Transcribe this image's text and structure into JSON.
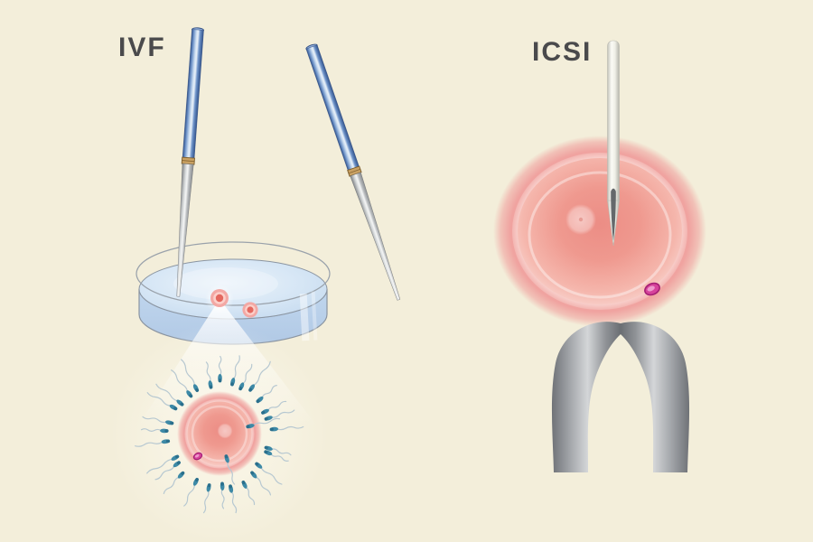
{
  "figure": {
    "type": "medical-illustration",
    "subject": "IVF vs ICSI fertilization comparison"
  },
  "panels": {
    "ivf": {
      "label": "IVF",
      "parts": [
        "micropipette-icon",
        "petri-dish-icon",
        "egg-cell-icon",
        "magnification-cone-icon",
        "sperm-icon"
      ],
      "eggs_in_dish": 2,
      "sperm": {
        "count": 30,
        "penetrating_count": 2
      }
    },
    "icsi": {
      "label": "ICSI",
      "parts": [
        "injection-needle-icon",
        "egg-cell-icon",
        "polar-body-icon",
        "holding-gripper-icon"
      ],
      "eggs": 1
    }
  },
  "colors": {
    "background": "#f3eeda",
    "label_text": "#4a4a4c",
    "pipette_blue_dark": "#31528b",
    "pipette_blue_mid": "#6f94c9",
    "pipette_blue_light": "#cfe0f2",
    "collar_gold": "#c9a163",
    "dish_fill": "#c2d8ee",
    "dish_edge": "#8b95a1",
    "egg_ring": "#f0a3a0",
    "egg_glow": "#fdece7",
    "egg_inner_dark": "#ec8d85",
    "egg_inner_light": "#f8cfc9",
    "egg_center_red": "#e4685f",
    "polar_body": "#d6439b",
    "polar_body_dark": "#a51f74",
    "polar_body_light": "#f2a3d2",
    "sperm_head": "#3d89a6",
    "sperm_head_dark": "#2a6f8c",
    "sperm_tail": "#b7c8d1",
    "gripper_dark": "#6f7277",
    "gripper_light": "#d4d6d8",
    "icsi_needle": "#fbfbf6",
    "icsi_needle_edge": "#b9b9b0",
    "bevel_dark": "#585c60"
  }
}
